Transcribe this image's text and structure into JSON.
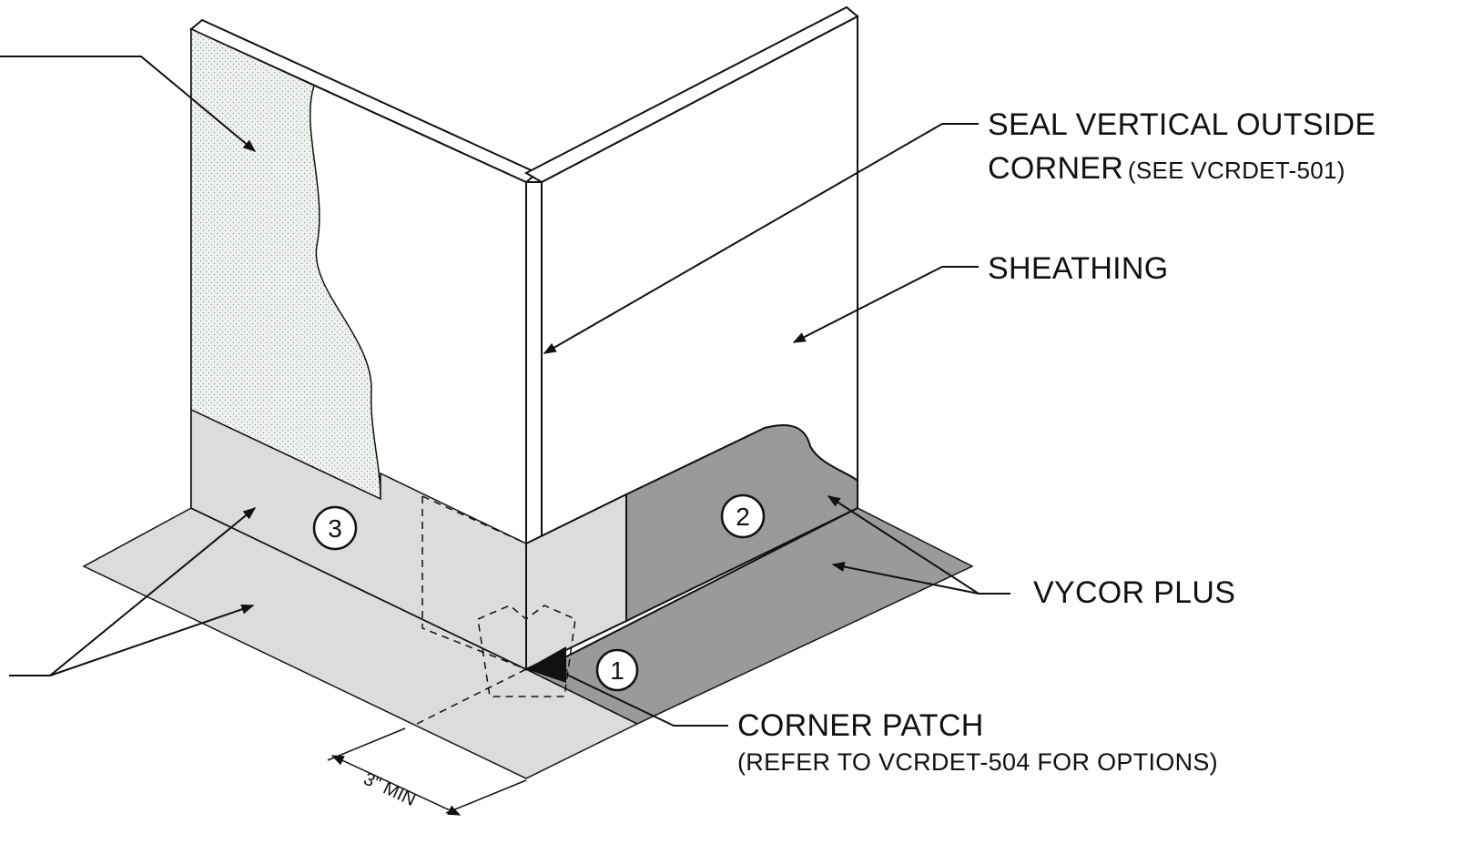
{
  "labels": {
    "seal_corner_line1": "SEAL VERTICAL OUTSIDE",
    "seal_corner_line2_main": "CORNER",
    "seal_corner_line2_ref": "(SEE VCRDET-501)",
    "sheathing": "SHEATHING",
    "vycor_plus": "VYCOR PLUS",
    "corner_patch": "CORNER PATCH",
    "corner_patch_ref": "(REFER TO VCRDET-504 FOR OPTIONS)",
    "dimension": "3\" MIN"
  },
  "callouts": [
    "1",
    "2",
    "3"
  ],
  "colors": {
    "line": "#111111",
    "wall": "#ffffff",
    "light_membrane": "#dcdcdc",
    "dark_membrane": "#9a9a9a",
    "stipple": "#e9ede9"
  }
}
